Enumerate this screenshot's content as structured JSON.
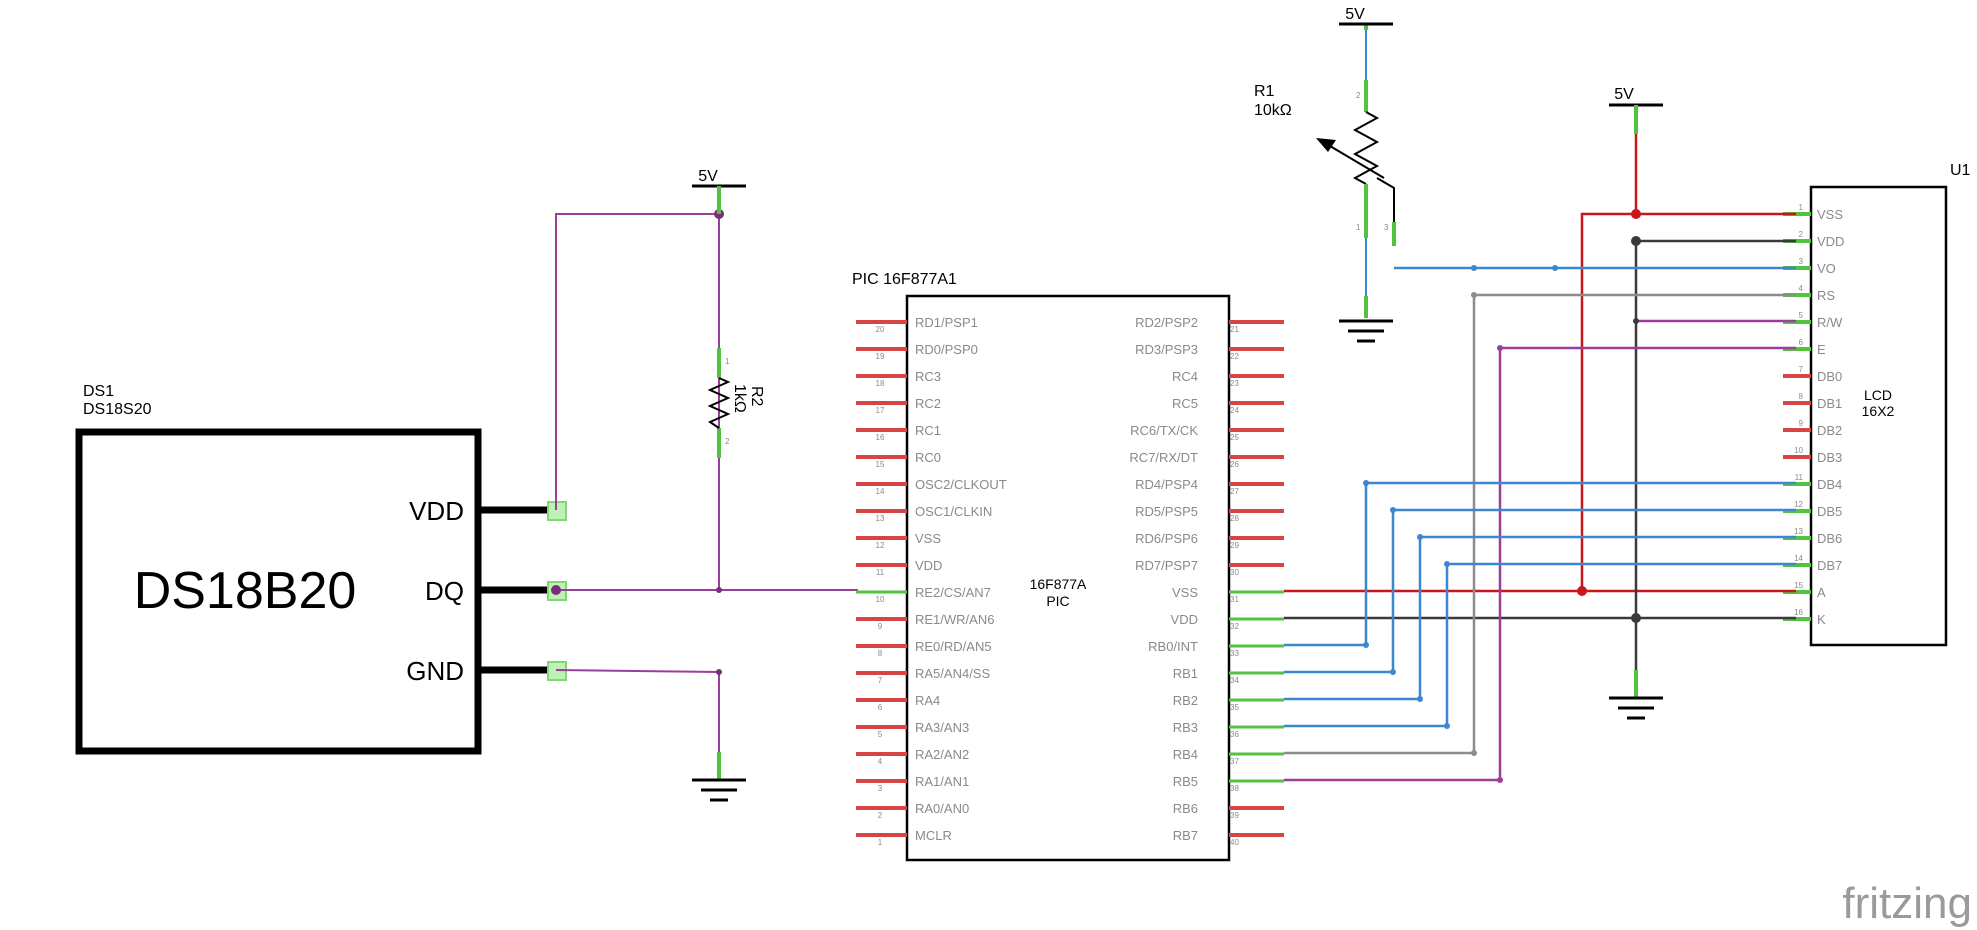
{
  "ds1": {
    "ref": "DS1",
    "part": "DS18S20",
    "body_label": "DS18B20",
    "pins": [
      "VDD",
      "DQ",
      "GND"
    ]
  },
  "r2": {
    "ref": "R2",
    "value": "1kΩ",
    "pin1": "1",
    "pin2": "2"
  },
  "r1": {
    "ref": "R1",
    "value": "10kΩ",
    "pin1": "1",
    "pin2": "2",
    "pin3": "3"
  },
  "supply": {
    "label": "5V"
  },
  "pic": {
    "title": "PIC 16F877A1",
    "center_line1": "16F877A",
    "center_line2": "PIC",
    "left_pins": [
      {
        "name": "RD1/PSP1",
        "num": "20"
      },
      {
        "name": "RD0/PSP0",
        "num": "19"
      },
      {
        "name": "RC3",
        "num": "18"
      },
      {
        "name": "RC2",
        "num": "17"
      },
      {
        "name": "RC1",
        "num": "16"
      },
      {
        "name": "RC0",
        "num": "15"
      },
      {
        "name": "OSC2/CLKOUT",
        "num": "14"
      },
      {
        "name": "OSC1/CLKIN",
        "num": "13"
      },
      {
        "name": "VSS",
        "num": "12"
      },
      {
        "name": "VDD",
        "num": "11"
      },
      {
        "name": "RE2/CS/AN7",
        "num": "10"
      },
      {
        "name": "RE1/WR/AN6",
        "num": "9"
      },
      {
        "name": "RE0/RD/AN5",
        "num": "8"
      },
      {
        "name": "RA5/AN4/SS",
        "num": "7"
      },
      {
        "name": "RA4",
        "num": "6"
      },
      {
        "name": "RA3/AN3",
        "num": "5"
      },
      {
        "name": "RA2/AN2",
        "num": "4"
      },
      {
        "name": "RA1/AN1",
        "num": "3"
      },
      {
        "name": "RA0/AN0",
        "num": "2"
      },
      {
        "name": "MCLR",
        "num": "1"
      }
    ],
    "right_pins": [
      {
        "name": "RD2/PSP2",
        "num": "21"
      },
      {
        "name": "RD3/PSP3",
        "num": "22"
      },
      {
        "name": "RC4",
        "num": "23"
      },
      {
        "name": "RC5",
        "num": "24"
      },
      {
        "name": "RC6/TX/CK",
        "num": "25"
      },
      {
        "name": "RC7/RX/DT",
        "num": "26"
      },
      {
        "name": "RD4/PSP4",
        "num": "27"
      },
      {
        "name": "RD5/PSP5",
        "num": "28"
      },
      {
        "name": "RD6/PSP6",
        "num": "29"
      },
      {
        "name": "RD7/PSP7",
        "num": "30"
      },
      {
        "name": "VSS",
        "num": "31"
      },
      {
        "name": "VDD",
        "num": "32"
      },
      {
        "name": "RB0/INT",
        "num": "33"
      },
      {
        "name": "RB1",
        "num": "34"
      },
      {
        "name": "RB2",
        "num": "35"
      },
      {
        "name": "RB3",
        "num": "36"
      },
      {
        "name": "RB4",
        "num": "37"
      },
      {
        "name": "RB5",
        "num": "38"
      },
      {
        "name": "RB6",
        "num": "39"
      },
      {
        "name": "RB7",
        "num": "40"
      }
    ]
  },
  "lcd": {
    "ref": "U1",
    "center_line1": "LCD",
    "center_line2": "16X2",
    "pins": [
      {
        "name": "VSS",
        "num": "1"
      },
      {
        "name": "VDD",
        "num": "2"
      },
      {
        "name": "VO",
        "num": "3"
      },
      {
        "name": "RS",
        "num": "4"
      },
      {
        "name": "R/W",
        "num": "5"
      },
      {
        "name": "E",
        "num": "6"
      },
      {
        "name": "DB0",
        "num": "7"
      },
      {
        "name": "DB1",
        "num": "8"
      },
      {
        "name": "DB2",
        "num": "9"
      },
      {
        "name": "DB3",
        "num": "10"
      },
      {
        "name": "DB4",
        "num": "11"
      },
      {
        "name": "DB5",
        "num": "12"
      },
      {
        "name": "DB6",
        "num": "13"
      },
      {
        "name": "DB7",
        "num": "14"
      },
      {
        "name": "A",
        "num": "15"
      },
      {
        "name": "K",
        "num": "16"
      }
    ]
  },
  "watermark": "fritzing",
  "colors": {
    "purple": "#9b3e9b",
    "blue": "#3d86d0",
    "red": "#c9161a",
    "gray": "#8c8c8c",
    "dark": "#3a3a3a",
    "green": "#52c23f",
    "pinred": "#d64545",
    "dot_purple": "#7a2e7a"
  }
}
